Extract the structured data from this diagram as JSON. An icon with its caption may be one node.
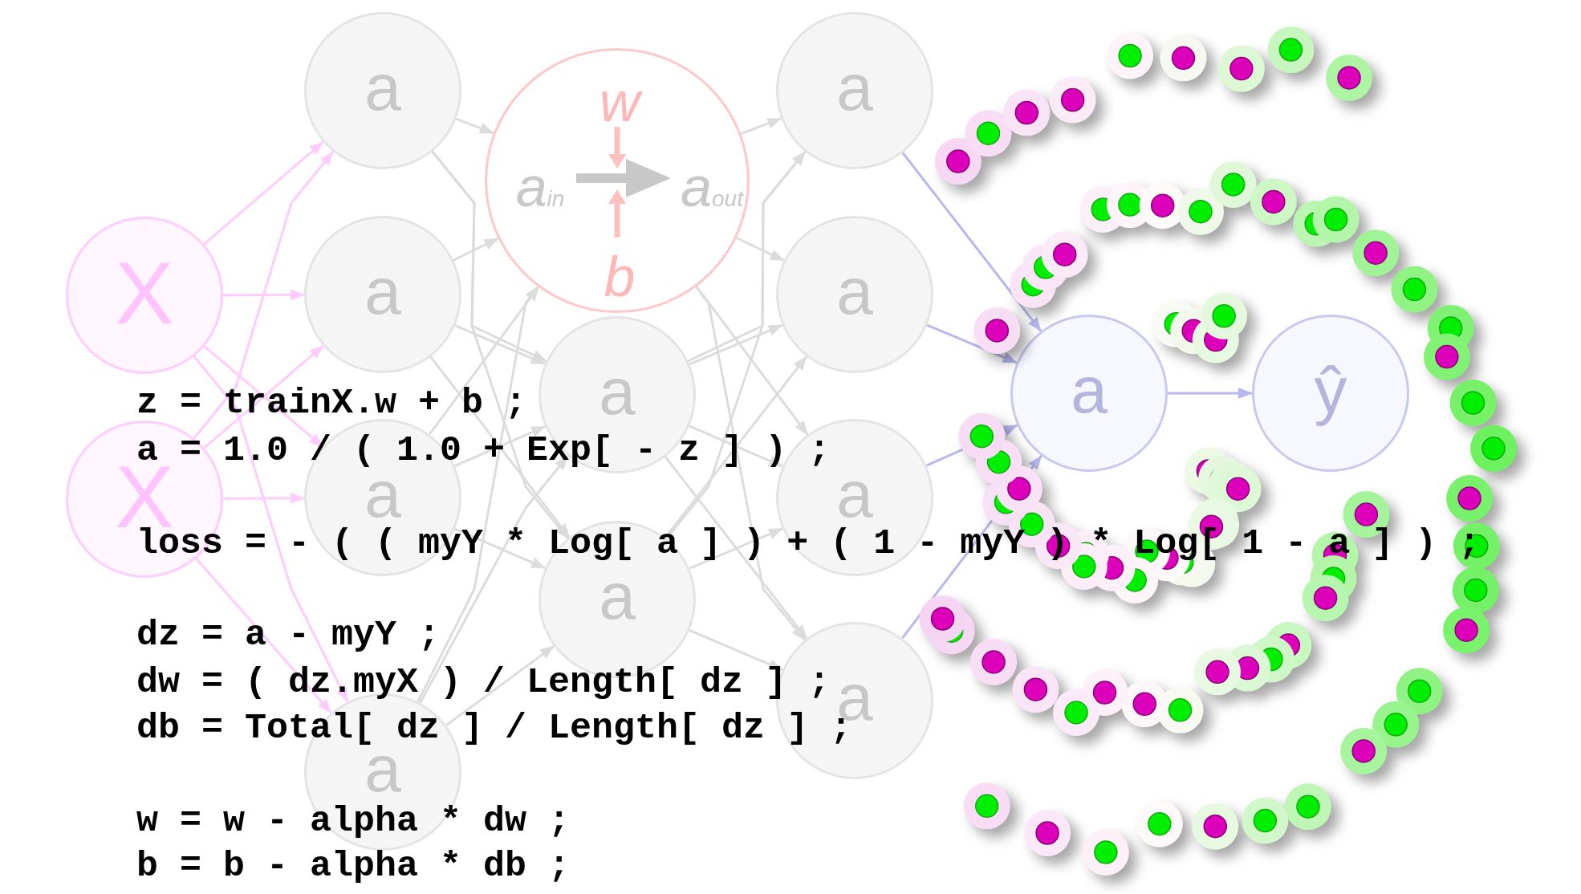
{
  "diagram": {
    "nodes": [
      {
        "text": [
          "X"
        ]
      },
      {
        "text": [
          "X"
        ]
      },
      {
        "text": [
          "a"
        ]
      },
      {
        "text": [
          "a"
        ]
      },
      {
        "text": [
          "a"
        ]
      },
      {
        "text": [
          "a"
        ]
      },
      {
        "text": [
          "w",
          "a$_{in}$",
          "a$_{out}$",
          "b"
        ]
      },
      {
        "text": [
          "a"
        ]
      },
      {
        "text": [
          "a"
        ]
      },
      {
        "text": [
          "a"
        ]
      },
      {
        "text": [
          "a"
        ]
      },
      {
        "text": [
          "a"
        ]
      },
      {
        "text": [
          "a"
        ]
      },
      {
        "text": [
          "a"
        ]
      },
      {
        "text": [
          "ŷ"
        ]
      }
    ],
    "edges": [
      {
        "from": 0,
        "to": 2,
        "arrow": "to",
        "color": "#ffccff"
      },
      {
        "from": 0,
        "to": 3,
        "arrow": "to",
        "color": "#ffccff"
      },
      {
        "from": 0,
        "to": 4,
        "arrow": "to",
        "color": "#ffccff"
      },
      {
        "from": 0,
        "to": 5,
        "arrow": "to",
        "color": "#ffccff"
      },
      {
        "from": 1,
        "to": 2,
        "arrow": "to",
        "color": "#ffccff"
      },
      {
        "from": 1,
        "to": 3,
        "arrow": "to",
        "color": "#ffccff"
      },
      {
        "from": 1,
        "to": 4,
        "arrow": "to",
        "color": "#ffccff"
      },
      {
        "from": 1,
        "to": 5,
        "arrow": "to",
        "color": "#ffccff"
      },
      {
        "from": 2,
        "to": 6,
        "arrow": "to"
      },
      {
        "from": 2,
        "to": 7,
        "arrow": "to"
      },
      {
        "from": 2,
        "to": 8,
        "arrow": "to"
      },
      {
        "from": 3,
        "to": 6,
        "arrow": "to"
      },
      {
        "from": 3,
        "to": 7,
        "arrow": "to"
      },
      {
        "from": 3,
        "to": 8,
        "arrow": "to"
      },
      {
        "from": 4,
        "to": 6,
        "arrow": "to"
      },
      {
        "from": 4,
        "to": 7,
        "arrow": "to"
      },
      {
        "from": 4,
        "to": 8,
        "arrow": "to"
      },
      {
        "from": 5,
        "to": 6,
        "arrow": "to"
      },
      {
        "from": 5,
        "to": 7,
        "arrow": "to"
      },
      {
        "from": 5,
        "to": 8,
        "arrow": "to"
      },
      {
        "from": 6,
        "to": 9,
        "arrow": "to"
      },
      {
        "from": 6,
        "to": 10,
        "arrow": "to"
      },
      {
        "from": 6,
        "to": 11,
        "arrow": "to"
      },
      {
        "from": 6,
        "to": 12,
        "arrow": "to"
      },
      {
        "from": 7,
        "to": 9,
        "arrow": "to"
      },
      {
        "from": 7,
        "to": 10,
        "arrow": "to"
      },
      {
        "from": 7,
        "to": 11,
        "arrow": "to"
      },
      {
        "from": 7,
        "to": 12,
        "arrow": "to"
      },
      {
        "from": 8,
        "to": 9,
        "arrow": "to"
      },
      {
        "from": 8,
        "to": 10,
        "arrow": "to"
      },
      {
        "from": 8,
        "to": 11,
        "arrow": "to"
      },
      {
        "from": 8,
        "to": 12,
        "arrow": "to"
      },
      {
        "from": 9,
        "to": 13,
        "arrow": "to",
        "color": "#b8b8ee"
      },
      {
        "from": 10,
        "to": 13,
        "arrow": "to",
        "color": "#b8b8ee"
      },
      {
        "from": 11,
        "to": 13,
        "arrow": "to",
        "color": "#b8b8ee"
      },
      {
        "from": 12,
        "to": 13,
        "arrow": "to",
        "color": "#b8b8ee"
      },
      {
        "from": 13,
        "to": 14,
        "arrow": "to",
        "color": "#b8b8ee"
      }
    ],
    "labels": [
      "z = trainX.w + b ;",
      "a = 1.0 / ( 1.0 + Exp[ - z ] ) ;",
      "loss = - ( ( myY * Log[ a ] ) + ( 1 - myY ) * Log[ 1 - a ] ) ;",
      "dz = a - myY ;",
      "dw = ( dz.myX ) / Length[ dz ] ;",
      "db = Total[ dz ] / Length[ dz ] ;",
      "w = w - alpha * dw ;",
      "b = b - alpha * db ;"
    ]
  }
}
